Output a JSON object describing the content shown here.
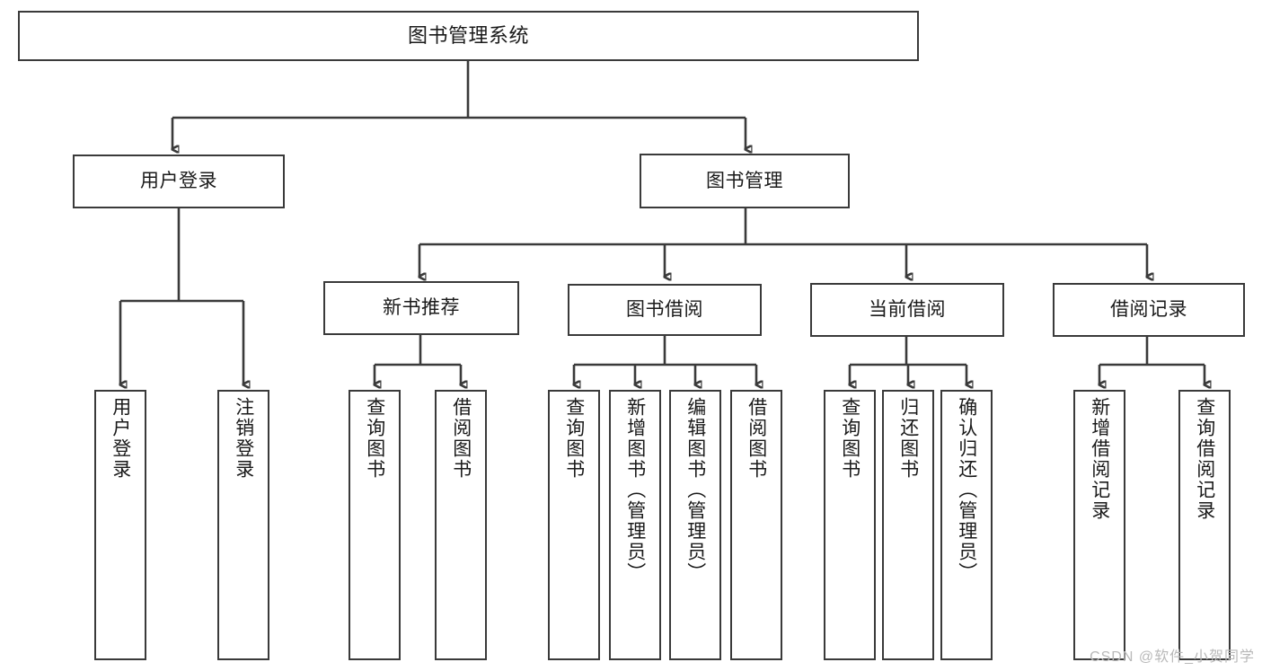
{
  "diagram": {
    "title": "图书管理系统",
    "type": "function-hierarchy-tree",
    "colors": {
      "box_border": "#3a3a3a",
      "box_fill": "#ffffff",
      "connector": "#3a3a3a",
      "text": "#1a1a1a",
      "watermark": "#b9b9b9",
      "background": "#ffffff"
    },
    "root": {
      "label": "图书管理系统"
    },
    "level1": [
      {
        "label": "用户登录"
      },
      {
        "label": "图书管理"
      }
    ],
    "level2": [
      {
        "label": "新书推荐"
      },
      {
        "label": "图书借阅"
      },
      {
        "label": "当前借阅"
      },
      {
        "label": "借阅记录"
      }
    ],
    "leaves": {
      "user_login": [
        {
          "label": "用户登录"
        },
        {
          "label": "注销登录"
        }
      ],
      "new_book_recommend": [
        {
          "label": "查询图书"
        },
        {
          "label": "借阅图书"
        }
      ],
      "book_borrow": [
        {
          "label": "查询图书"
        },
        {
          "label": "新增图书（管理员）"
        },
        {
          "label": "编辑图书（管理员）"
        },
        {
          "label": "借阅图书"
        }
      ],
      "current_borrow": [
        {
          "label": "查询图书"
        },
        {
          "label": "归还图书"
        },
        {
          "label": "确认归还（管理员）"
        }
      ],
      "borrow_record": [
        {
          "label": "新增借阅记录"
        },
        {
          "label": "查询借阅记录"
        }
      ]
    }
  },
  "watermark": {
    "text": "CSDN @软件_小贺同学"
  }
}
